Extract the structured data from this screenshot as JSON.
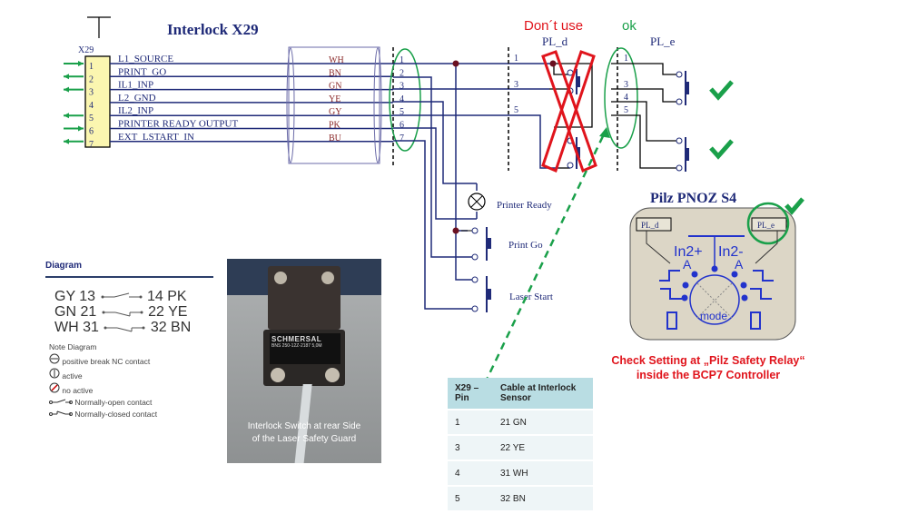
{
  "schematic": {
    "title": "Interlock X29",
    "connector_label": "X29",
    "pins": [
      {
        "num": "1",
        "signal": "L1_SOURCE",
        "color": "WH"
      },
      {
        "num": "2",
        "signal": "PRINT_GO",
        "color": "BN"
      },
      {
        "num": "3",
        "signal": "IL1_INP",
        "color": "GN"
      },
      {
        "num": "4",
        "signal": "L2_GND",
        "color": "YE"
      },
      {
        "num": "5",
        "signal": "IL2_INP",
        "color": "GY"
      },
      {
        "num": "6",
        "signal": "PRINTER READY OUTPUT",
        "color": "PK"
      },
      {
        "num": "7",
        "signal": "EXT_LSTART_IN",
        "color": "BU"
      }
    ],
    "terminal_numbers": [
      "1",
      "2",
      "3",
      "4",
      "5",
      "6",
      "7"
    ],
    "pl_d": {
      "warning": "Don´t use",
      "label": "PL_d",
      "terminals": [
        "1",
        "3",
        "5"
      ]
    },
    "pl_e": {
      "status": "ok",
      "label": "PL_e",
      "terminals": [
        "1",
        "3",
        "4",
        "5"
      ]
    },
    "devices": [
      "Printer Ready",
      "Print Go",
      "Laser Start"
    ]
  },
  "relay": {
    "title": "Pilz PNOZ S4",
    "left_label": "PL_d",
    "right_label": "PL_e",
    "in_plus": "In2+",
    "in_minus": "In2-",
    "a_left": "A",
    "a_right": "A",
    "mode": "mode"
  },
  "check_note": {
    "line1": "Check Setting at „Pilz Safety Relay“",
    "line2": "inside the BCP7 Controller"
  },
  "contact_diagram": {
    "heading": "Diagram",
    "rows": [
      {
        "left": "GY 13",
        "right": "14 PK"
      },
      {
        "left": "GN 21",
        "right": "22 YE"
      },
      {
        "left": "WH 31",
        "right": "32 BN"
      }
    ],
    "note_title": "Note Diagram",
    "legend": [
      {
        "icon": "positive-break-icon",
        "text": "positive break NC contact"
      },
      {
        "icon": "active-icon",
        "text": "active"
      },
      {
        "icon": "no-active-icon",
        "text": "no active"
      },
      {
        "icon": "normally-open-icon",
        "text": "Normally-open contact"
      },
      {
        "icon": "normally-closed-icon",
        "text": "Normally-closed contact"
      }
    ]
  },
  "photo": {
    "brand": "SCHMERSAL",
    "model": "BNS 250-12Z-2187 5,0M",
    "caption_line1": "Interlock Switch at rear Side",
    "caption_line2": "of the Laser Safety Guard"
  },
  "pin_table": {
    "headers": [
      "X29 – Pin",
      "Cable at Interlock Sensor"
    ],
    "rows": [
      [
        "1",
        "21 GN"
      ],
      [
        "3",
        "22 YE"
      ],
      [
        "4",
        "31 WH"
      ],
      [
        "5",
        "32 BN"
      ]
    ]
  },
  "colors": {
    "wire_blue": "#1f2a78",
    "ok_green": "#1aa04a",
    "warn_red": "#e0141c",
    "connector_fill": "#fbf6b0",
    "relay_fill": "#dcd6c6",
    "table_header": "#b9dde3"
  }
}
